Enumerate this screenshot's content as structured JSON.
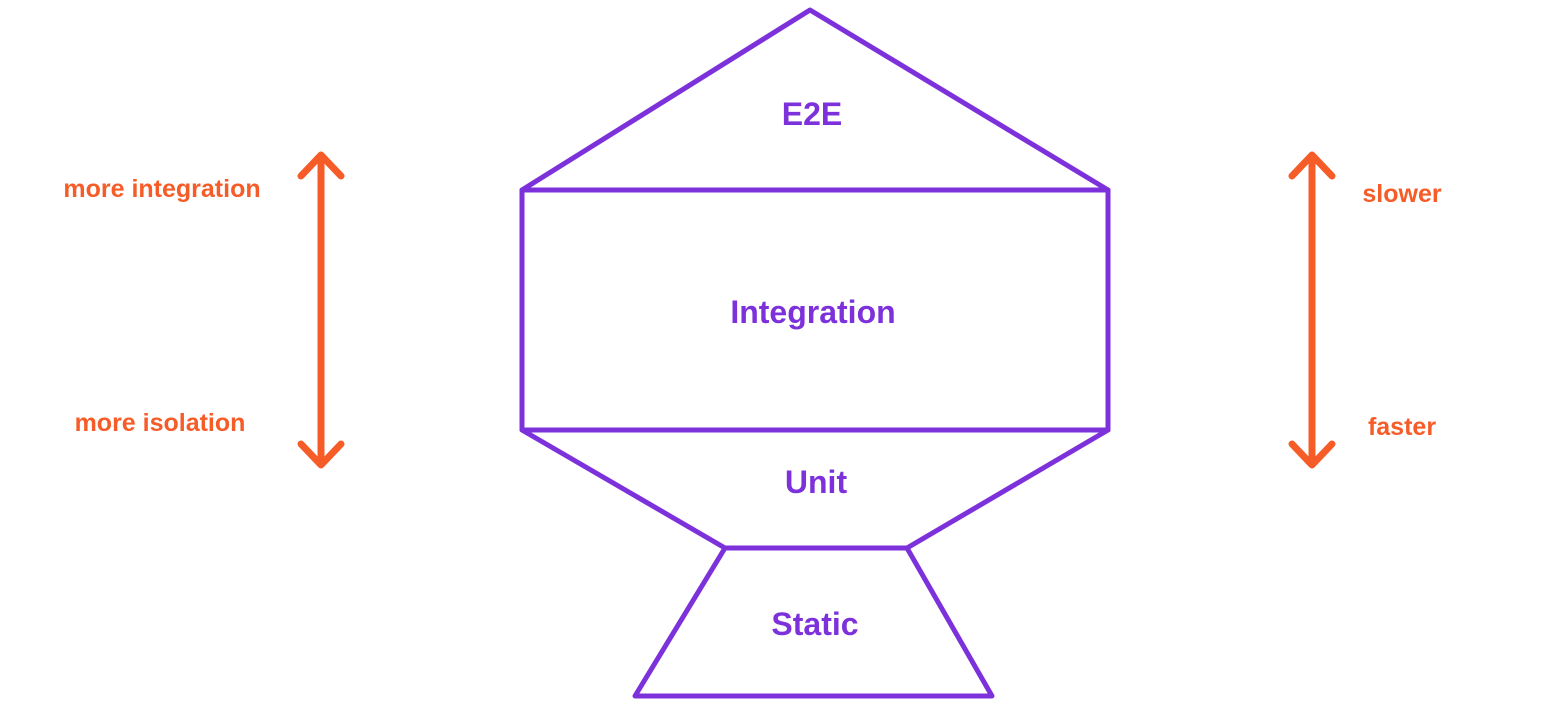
{
  "colors": {
    "purple": "#7d31db",
    "orange": "#f65c28",
    "background": "#ffffff"
  },
  "trophy": {
    "levels": [
      {
        "id": "e2e",
        "label": "E2E"
      },
      {
        "id": "integration",
        "label": "Integration"
      },
      {
        "id": "unit",
        "label": "Unit"
      },
      {
        "id": "static",
        "label": "Static"
      }
    ]
  },
  "left_scale": {
    "top_label": "more integration",
    "bottom_label": "more isolation"
  },
  "right_scale": {
    "top_label": "slower",
    "bottom_label": "faster"
  }
}
